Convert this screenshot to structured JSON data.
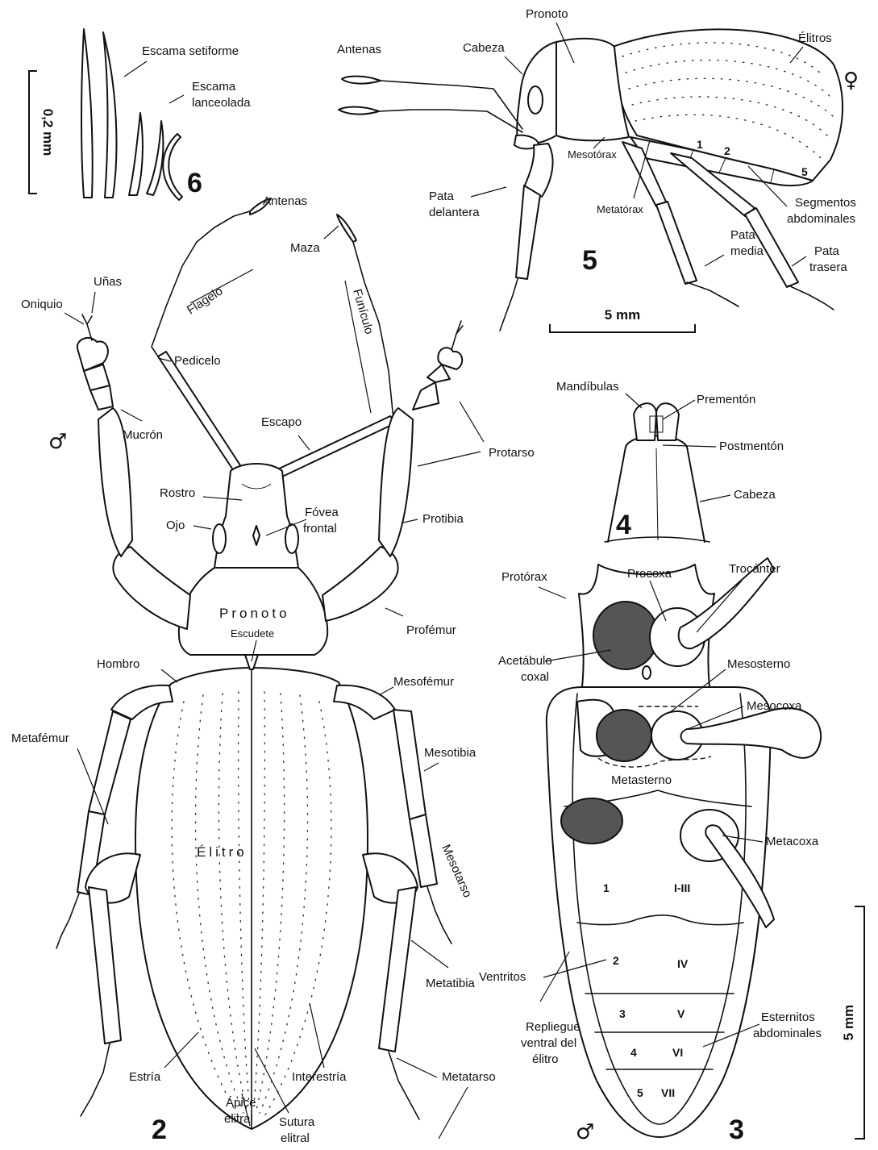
{
  "fig6": {
    "number": "6",
    "scale": "0,2 mm",
    "labels": {
      "escama_setiforme": "Escama setiforme",
      "escama_lanceolada_1": "Escama",
      "escama_lanceolada_2": "lanceolada"
    }
  },
  "fig5": {
    "number": "5",
    "sex": "♀",
    "scale": "5 mm",
    "labels": {
      "antenas": "Antenas",
      "cabeza": "Cabeza",
      "pronoto": "Pronoto",
      "elitros": "Élitros",
      "mesotorax": "Mesotórax",
      "metatorax": "Metatórax",
      "pata_delantera_1": "Pata",
      "pata_delantera_2": "delantera",
      "pata_media_1": "Pata",
      "pata_media_2": "media",
      "pata_trasera_1": "Pata",
      "pata_trasera_2": "trasera",
      "segmentos_1": "Segmentos",
      "segmentos_2": "abdominales"
    },
    "segments": [
      "1",
      "2",
      "5"
    ]
  },
  "fig4": {
    "number": "4",
    "labels": {
      "mandibulas": "Mandíbulas",
      "prementon": "Prementón",
      "postmenton": "Postmentón",
      "cabeza": "Cabeza"
    }
  },
  "fig2": {
    "number": "2",
    "sex": "♂",
    "labels": {
      "antenas": "Antenas",
      "unas": "Uñas",
      "oniquio": "Oniquio",
      "flagelo": "Flagelo",
      "maza": "Maza",
      "funiculo": "Funículo",
      "pedicelo": "Pedicelo",
      "escapo": "Escapo",
      "mucron": "Mucrón",
      "protarso": "Protarso",
      "rostro": "Rostro",
      "fovea_1": "Fóvea",
      "fovea_2": "frontal",
      "ojo": "Ojo",
      "protibia": "Protibia",
      "pronoto": "Pronoto",
      "profemur": "Profémur",
      "escudete": "Escudete",
      "hombro": "Hombro",
      "mesofemur": "Mesofémur",
      "metafemur": "Metafémur",
      "mesotibia": "Mesotibia",
      "elitro": "Élitro",
      "mesotarso": "Mesotarso",
      "metatibia": "Metatibia",
      "estria": "Estría",
      "interestria": "Interestría",
      "metatarso": "Metatarso",
      "apice_1": "Ápice",
      "apice_2": "elitral",
      "sutura_1": "Sutura",
      "sutura_2": "elitral"
    }
  },
  "fig3": {
    "number": "3",
    "sex": "♂",
    "scale": "5 mm",
    "labels": {
      "protorax": "Protórax",
      "procoxa": "Procoxa",
      "trocanter": "Trocánter",
      "acetabulo_1": "Acetábulo",
      "acetabulo_2": "coxal",
      "mesosterno": "Mesosterno",
      "mesocoxa": "Mesocoxa",
      "metasterno": "Metasterno",
      "metacoxa": "Metacoxa",
      "ventritos": "Ventritos",
      "repliegue_1": "Repliegue",
      "repliegue_2": "ventral del",
      "repliegue_3": "élitro",
      "esternitos_1": "Esternitos",
      "esternitos_2": "abdominales"
    },
    "ventrites": [
      "1",
      "2",
      "3",
      "4",
      "5"
    ],
    "sternites": [
      "I-III",
      "IV",
      "V",
      "VI",
      "VII"
    ]
  }
}
